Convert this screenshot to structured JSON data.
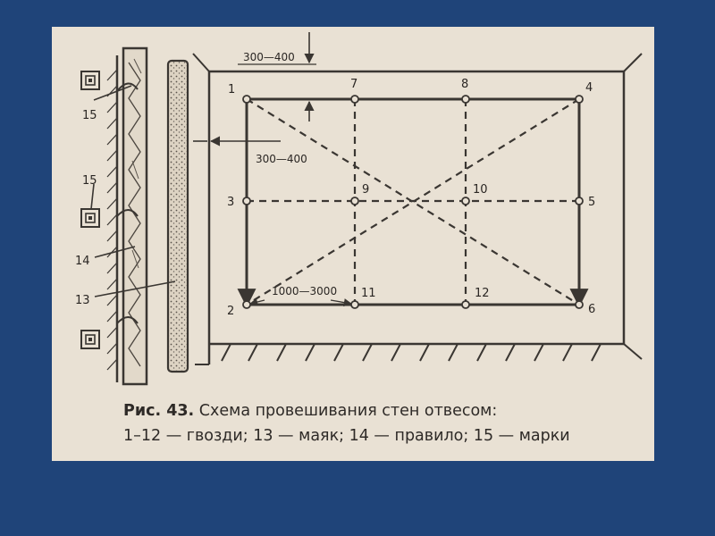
{
  "labels": {
    "n1": "1",
    "n2": "2",
    "n3": "3",
    "n4": "4",
    "n5": "5",
    "n6": "6",
    "n7": "7",
    "n8": "8",
    "n9": "9",
    "n10": "10",
    "n11": "11",
    "n12": "12",
    "l13": "13",
    "l14": "14",
    "l15a": "15",
    "l15b": "15"
  },
  "dimensions": {
    "top_offset": "300—400",
    "side_offset": "300—400",
    "spacing": "1000—3000"
  },
  "caption": {
    "figure": "Рис. 43.",
    "title": "Схема провешивания стен отвесом:",
    "legend": "1–12 — гвозди; 13 — маяк; 14 — правило; 15 — марки"
  }
}
